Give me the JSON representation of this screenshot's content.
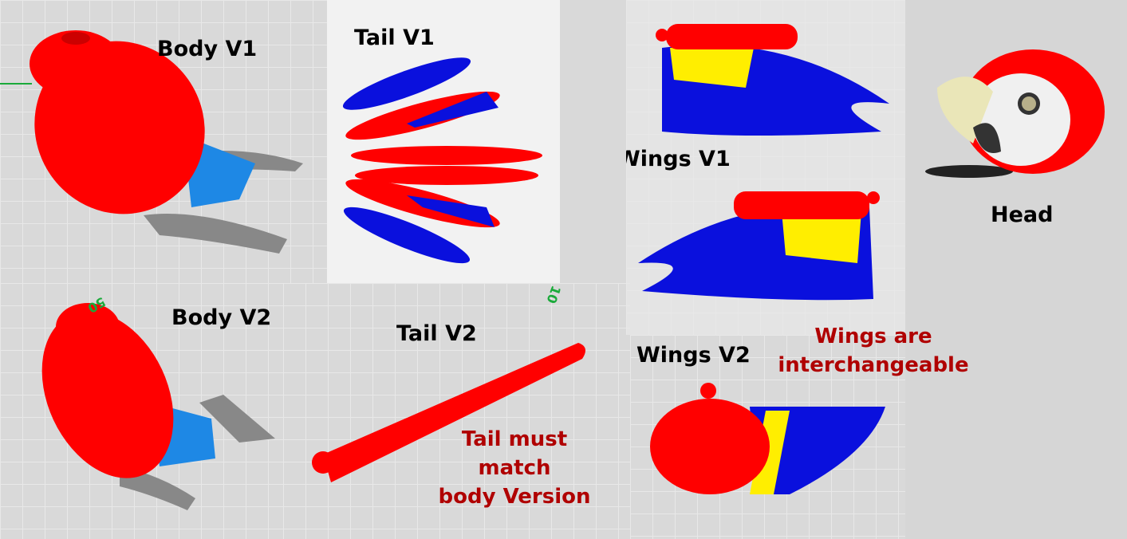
{
  "labels": {
    "body_v1": "Body V1",
    "tail_v1": "Tail V1",
    "wings_v1": "Wings V1",
    "head": "Head",
    "body_v2": "Body V2",
    "tail_v2": "Tail V2",
    "wings_v2": "Wings V2"
  },
  "notes": {
    "wings": [
      "Wings are",
      "interchangeable"
    ],
    "tail": [
      "Tail must",
      "match",
      "body Version"
    ]
  },
  "axis_marks": {
    "body_v2": "50",
    "tail_v2": "10"
  },
  "colors": {
    "red": "#ff0000",
    "blue": "#0a10dd",
    "yellow": "#ffee00",
    "grey": "#8a8a8a",
    "skyblue": "#1e88e5",
    "note": "#b00000"
  }
}
